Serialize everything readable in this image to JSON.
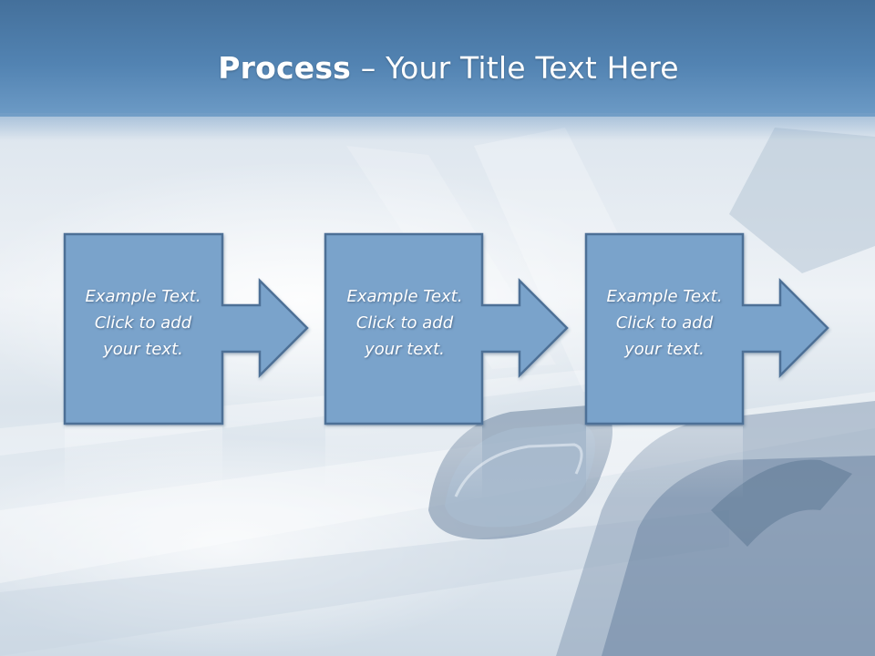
{
  "title": {
    "strong": "Process",
    "rest": " – Your Title Text Here"
  },
  "steps": [
    {
      "line1": "Example Text.",
      "line2": "Click  to add",
      "line3": "your text."
    },
    {
      "line1": "Example Text.",
      "line2": "Click  to add",
      "line3": "your text."
    },
    {
      "line1": "Example Text.",
      "line2": "Click  to add",
      "line3": "your text."
    }
  ],
  "colors": {
    "header": "#5283b2",
    "box_fill": "#7aa3cb",
    "box_stroke": "#4e6f96",
    "text": "#ffffff"
  }
}
